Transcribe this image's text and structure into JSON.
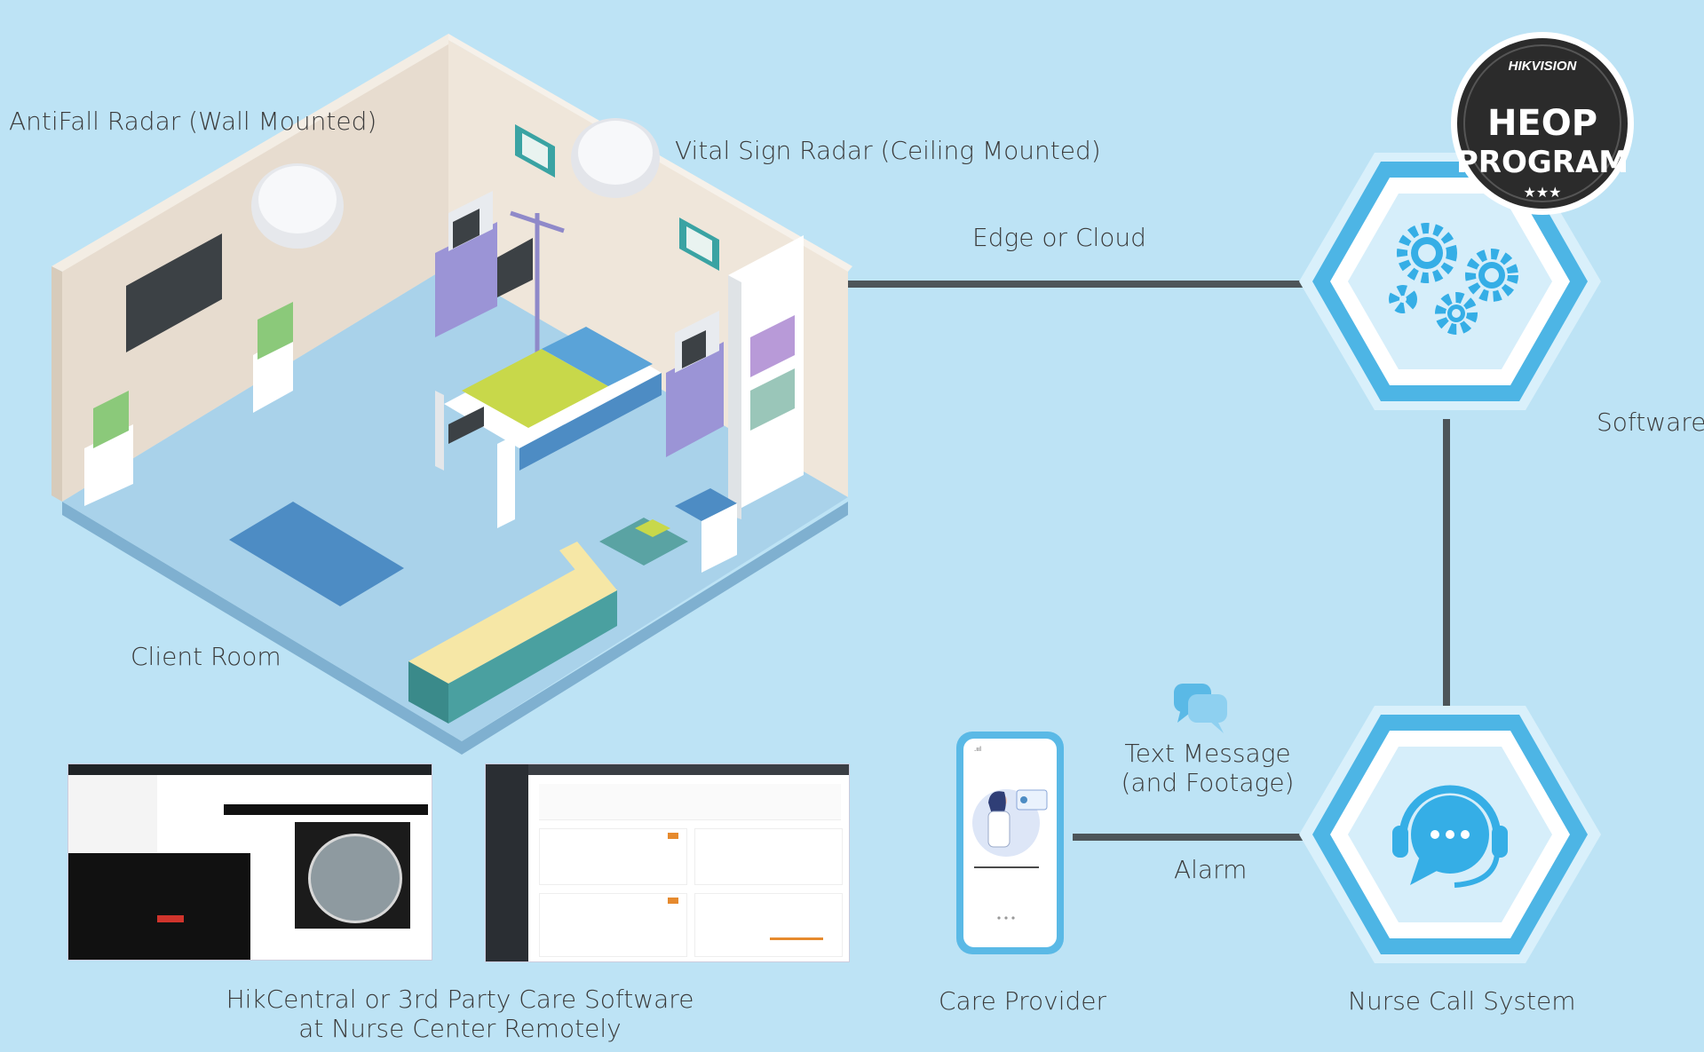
{
  "labels": {
    "antifall": "AntiFall Radar (Wall Mounted)",
    "vital": "Vital Sign Radar (Ceiling Mounted)",
    "edge": "Edge or Cloud",
    "software": "Software",
    "client_room": "Client Room",
    "text_message_1": "Text Message",
    "text_message_2": "(and Footage)",
    "alarm": "Alarm",
    "care_provider": "Care Provider",
    "nurse_call": "Nurse Call System",
    "hik_1": "HikCentral or 3rd Party Care Software",
    "hik_2": "at Nurse Center Remotely"
  },
  "badge": {
    "brand": "HIKVISION",
    "line1": "HEOP",
    "line2": "PROGRAM"
  },
  "colors": {
    "background": "#bde3f5",
    "connector": "#4d5559",
    "hex_blue": "#4db5e5",
    "badge_dark": "#2b2b2b"
  }
}
